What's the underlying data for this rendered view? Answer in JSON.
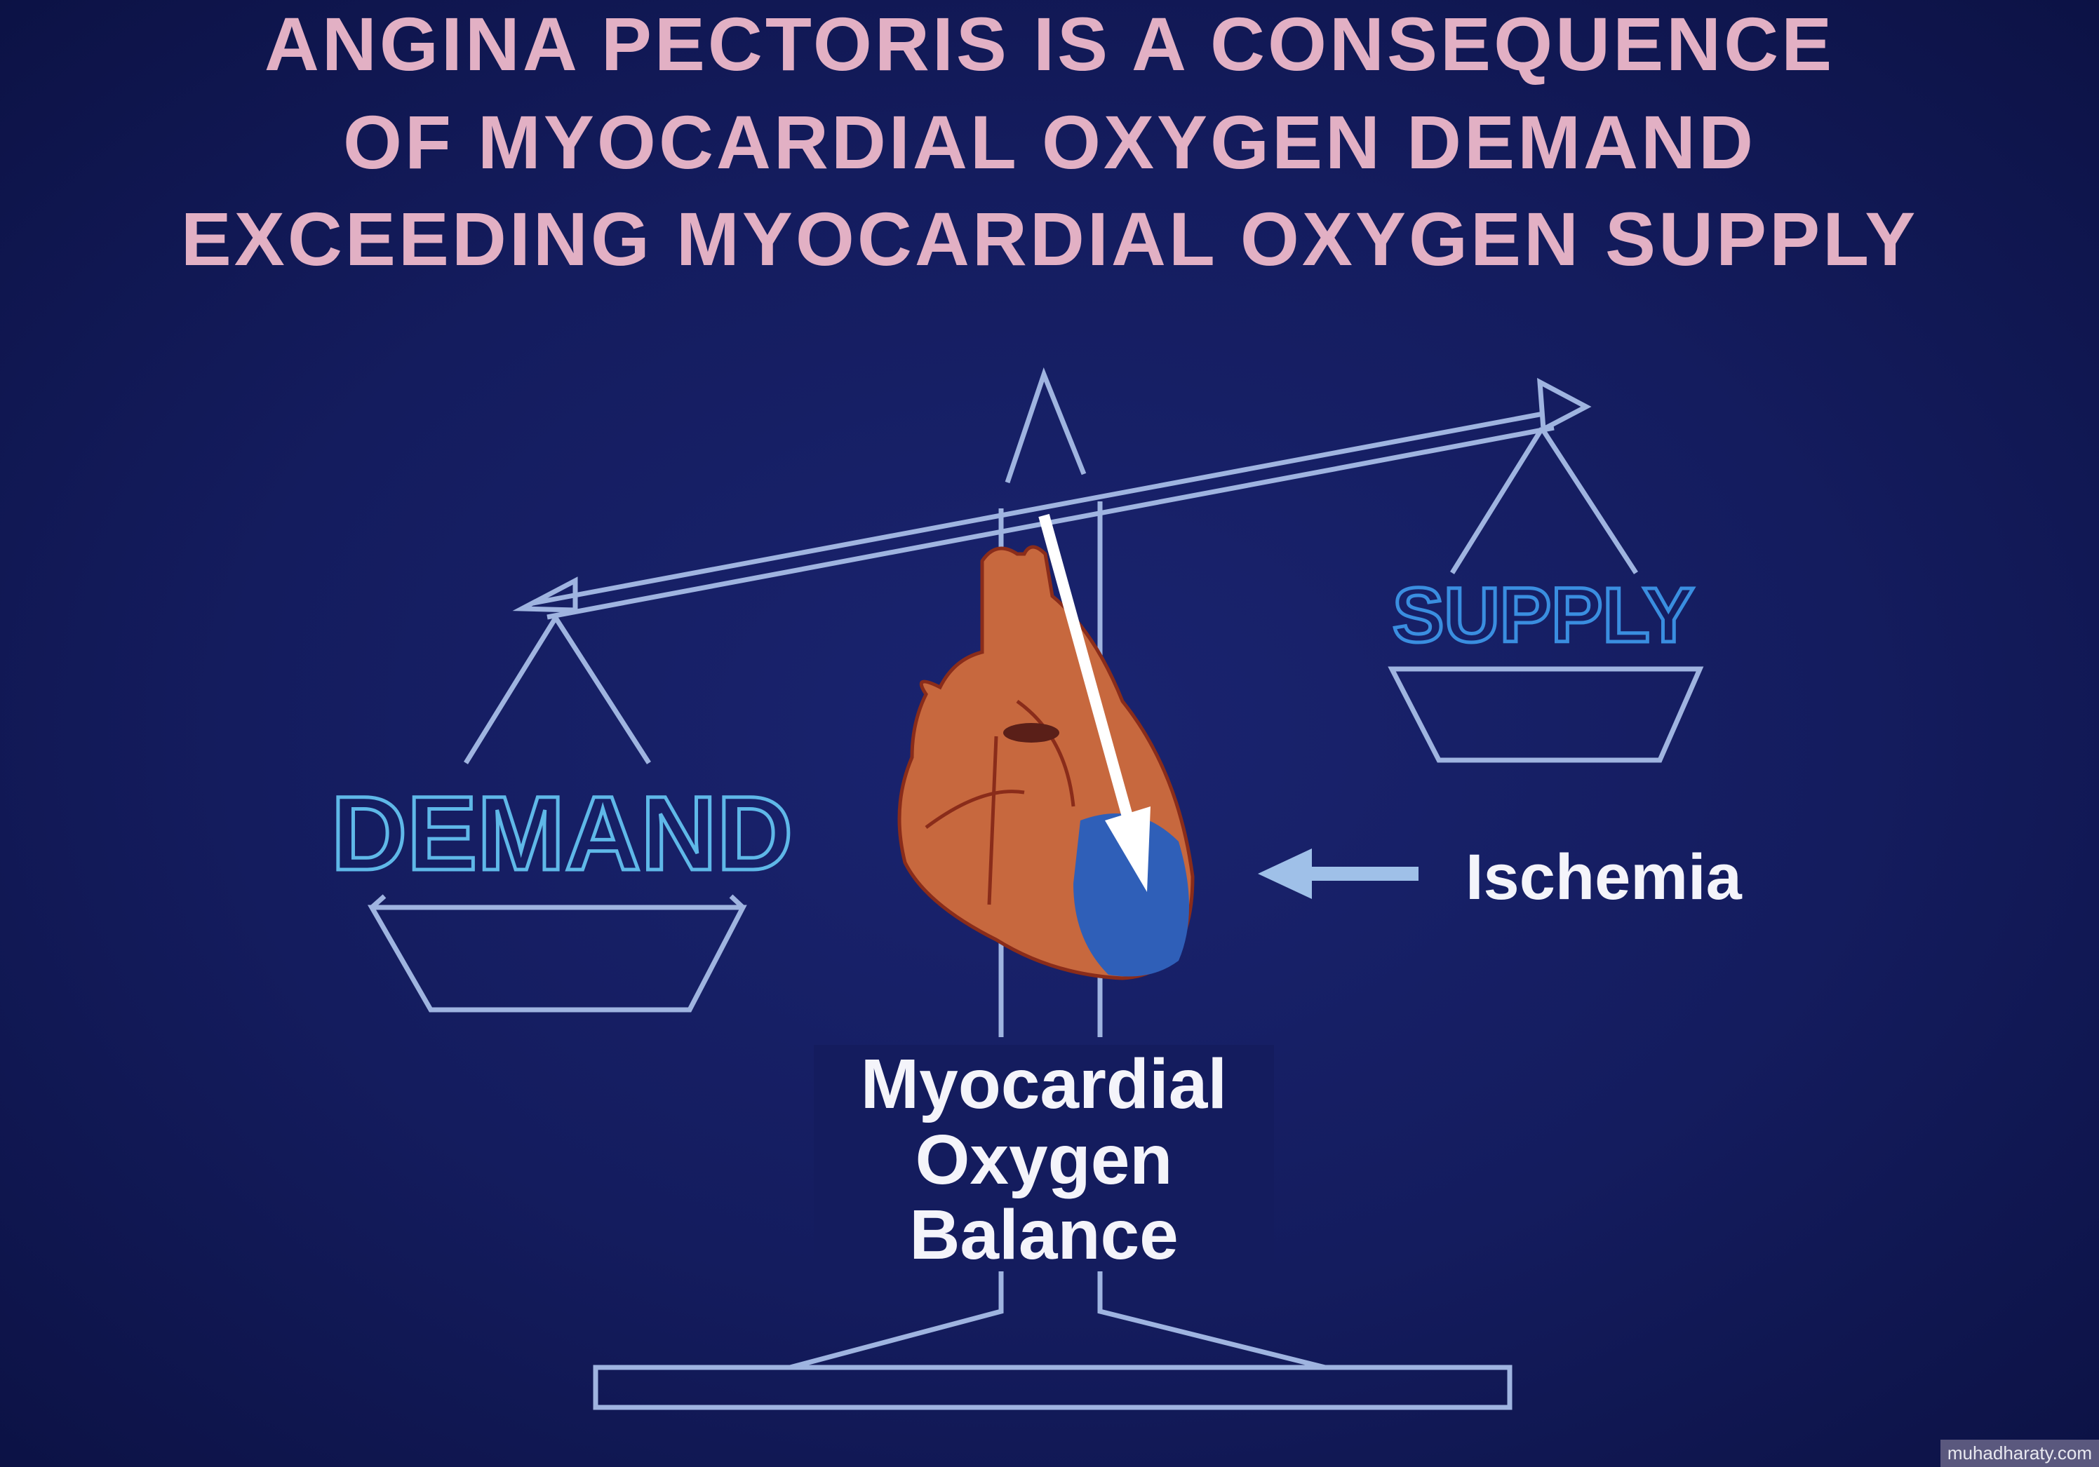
{
  "title": {
    "lines": [
      "ANGINA PECTORIS IS A CONSEQUENCE",
      "OF MYOCARDIAL OXYGEN DEMAND",
      "EXCEEDING MYOCARDIAL OXYGEN SUPPLY"
    ]
  },
  "scale": {
    "left_pan_label": "DEMAND",
    "right_pan_label": "SUPPLY",
    "pointer_label": "Ischemia",
    "center_label": [
      "Myocardial",
      "Oxygen",
      "Balance"
    ]
  },
  "colors": {
    "background": "#141c5e",
    "title": "#e2b0c4",
    "scale_lines": "#9fb4e0",
    "demand_outline": "#5fb8e8",
    "supply_outline": "#3a8ee0",
    "heart": "#c7683e",
    "ischemic_region": "#2f5fb8"
  },
  "watermark": "muhadharaty.com"
}
